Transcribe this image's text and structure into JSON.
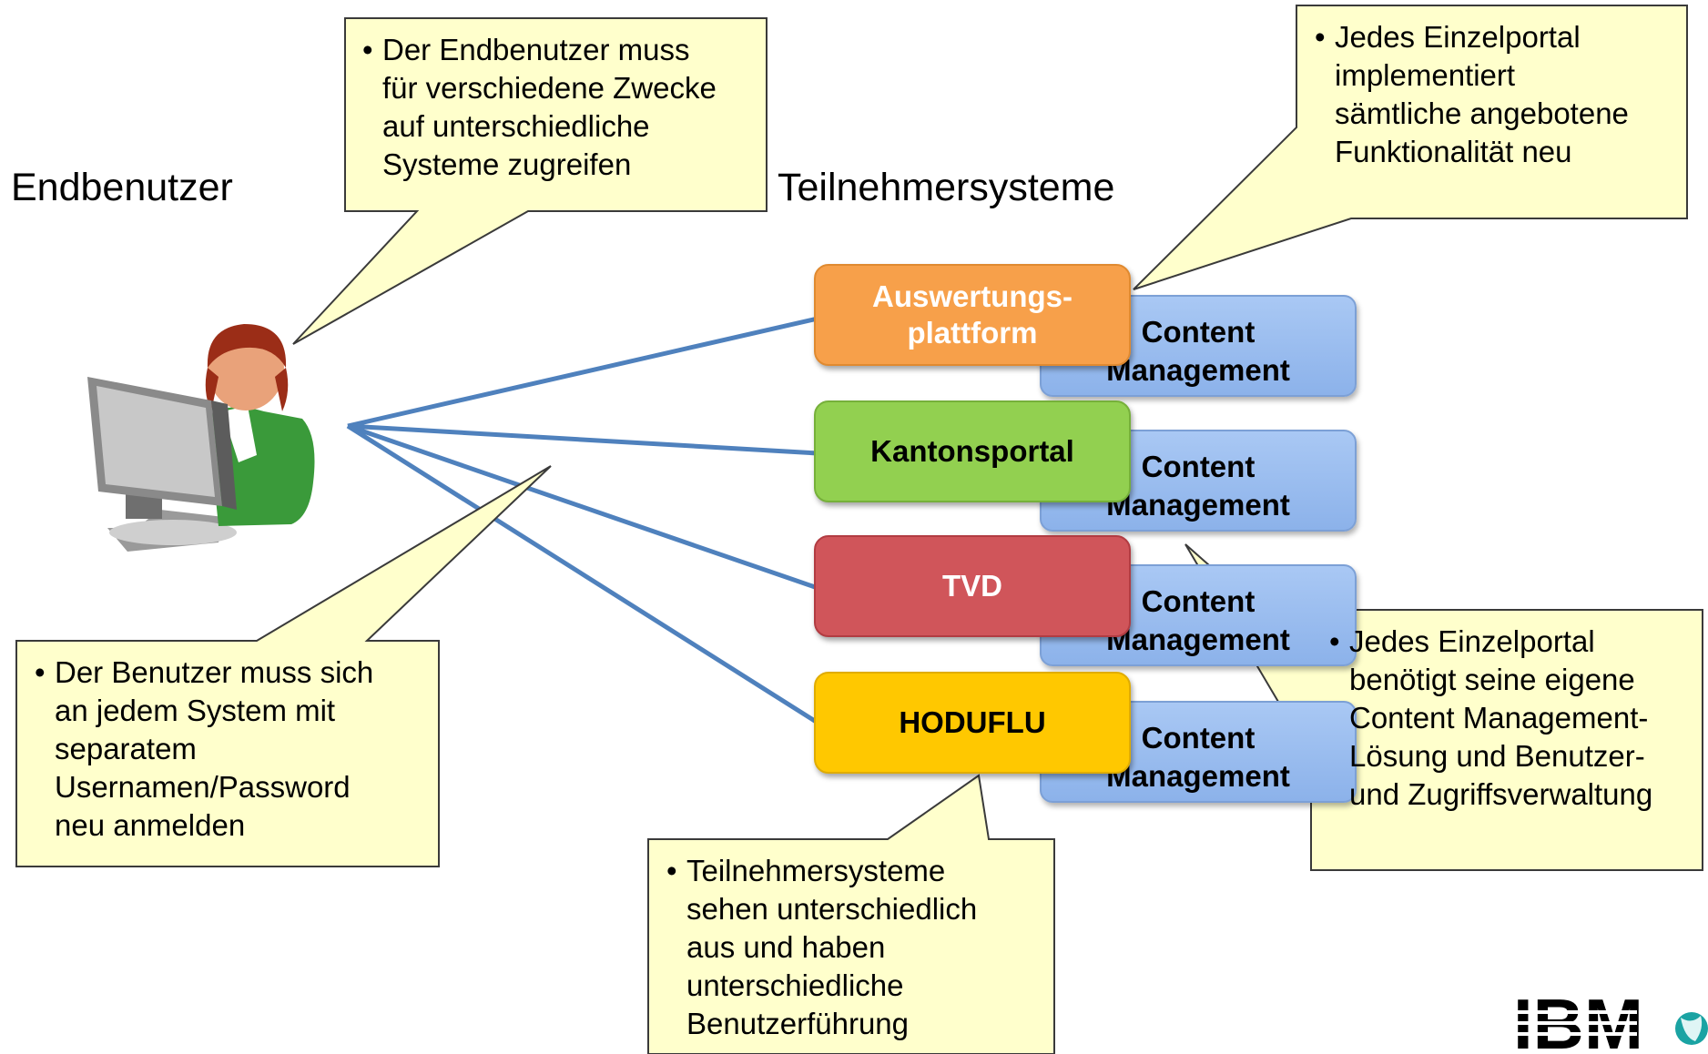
{
  "headings": {
    "end_users": "Endbenutzer",
    "participant_systems": "Teilnehmersysteme"
  },
  "systems": [
    {
      "label_line1": "Auswertungs-",
      "label_line2": "plattform",
      "color": "#f7a04a",
      "text_color": "#ffffff"
    },
    {
      "label_line1": "Kantonsportal",
      "label_line2": "",
      "color": "#92d050",
      "text_color": "#000000"
    },
    {
      "label_line1": "TVD",
      "label_line2": "",
      "color": "#d0555a",
      "text_color": "#ffffff"
    },
    {
      "label_line1": "HODUFLU",
      "label_line2": "",
      "color": "#ffc800",
      "text_color": "#000000"
    }
  ],
  "content_management": {
    "line1": "Content",
    "line2": "Management",
    "color": "#a9c8f4"
  },
  "callouts": {
    "endbenutzer": [
      "Der Endbenutzer muss",
      "für verschiedene Zwecke",
      "auf unterschiedliche",
      "Systeme zugreifen"
    ],
    "einzelportal_funktion": [
      "Jedes Einzelportal",
      "implementiert",
      "sämtliche angebotene",
      "Funktionalität neu"
    ],
    "anmelden": [
      "Der Benutzer muss sich",
      "an jedem System mit",
      "separatem",
      "Usernamen/Password",
      "neu anmelden"
    ],
    "einzelportal_cms": [
      "Jedes Einzelportal",
      "benötigt seine eigene",
      "Content Management-",
      "Lösung und Benutzer-",
      "und Zugriffsverwaltung"
    ],
    "aussehen": [
      "Teilnehmersysteme",
      "sehen unterschiedlich",
      "aus und haben",
      "unterschiedliche",
      "Benutzerführung"
    ]
  },
  "colors": {
    "callout_fill": "#ffffcc",
    "connector_line": "#4f81bd"
  },
  "logo": {
    "text": "IBM"
  }
}
